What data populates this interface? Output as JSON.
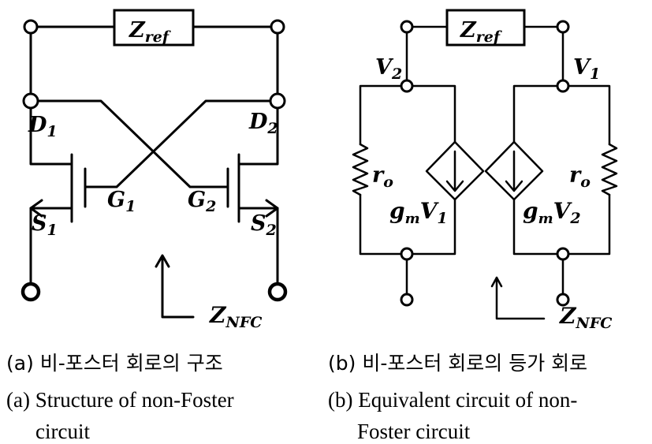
{
  "panel_a": {
    "zref": {
      "main": "Z",
      "sub": "ref"
    },
    "d1": {
      "main": "D",
      "sub": "1"
    },
    "d2": {
      "main": "D",
      "sub": "2"
    },
    "g1": {
      "main": "G",
      "sub": "1"
    },
    "g2": {
      "main": "G",
      "sub": "2"
    },
    "s1": {
      "main": "S",
      "sub": "1"
    },
    "s2": {
      "main": "S",
      "sub": "2"
    },
    "znfc": {
      "main": "Z",
      "sub": "NFC"
    }
  },
  "panel_b": {
    "zref": {
      "main": "Z",
      "sub": "ref"
    },
    "v2": {
      "main": "V",
      "sub": "2"
    },
    "v1": {
      "main": "V",
      "sub": "1"
    },
    "ro_left": {
      "main": "r",
      "sub": "o"
    },
    "ro_right": {
      "main": "r",
      "sub": "o"
    },
    "gmv1": {
      "g": "g",
      "gsub": "m",
      "v": "V",
      "vsub": "1"
    },
    "gmv2": {
      "g": "g",
      "gsub": "m",
      "v": "V",
      "vsub": "2"
    },
    "znfc": {
      "main": "Z",
      "sub": "NFC"
    }
  },
  "captions": {
    "a_korean": "(a) 비-포스터 회로의 구조",
    "a_english_line1": "(a) Structure of non-Foster",
    "a_english_line2": "circuit",
    "b_korean": "(b) 비-포스터 회로의 등가 회로",
    "b_english_line1": "(b) Equivalent circuit of non-",
    "b_english_line2": "Foster circuit"
  }
}
